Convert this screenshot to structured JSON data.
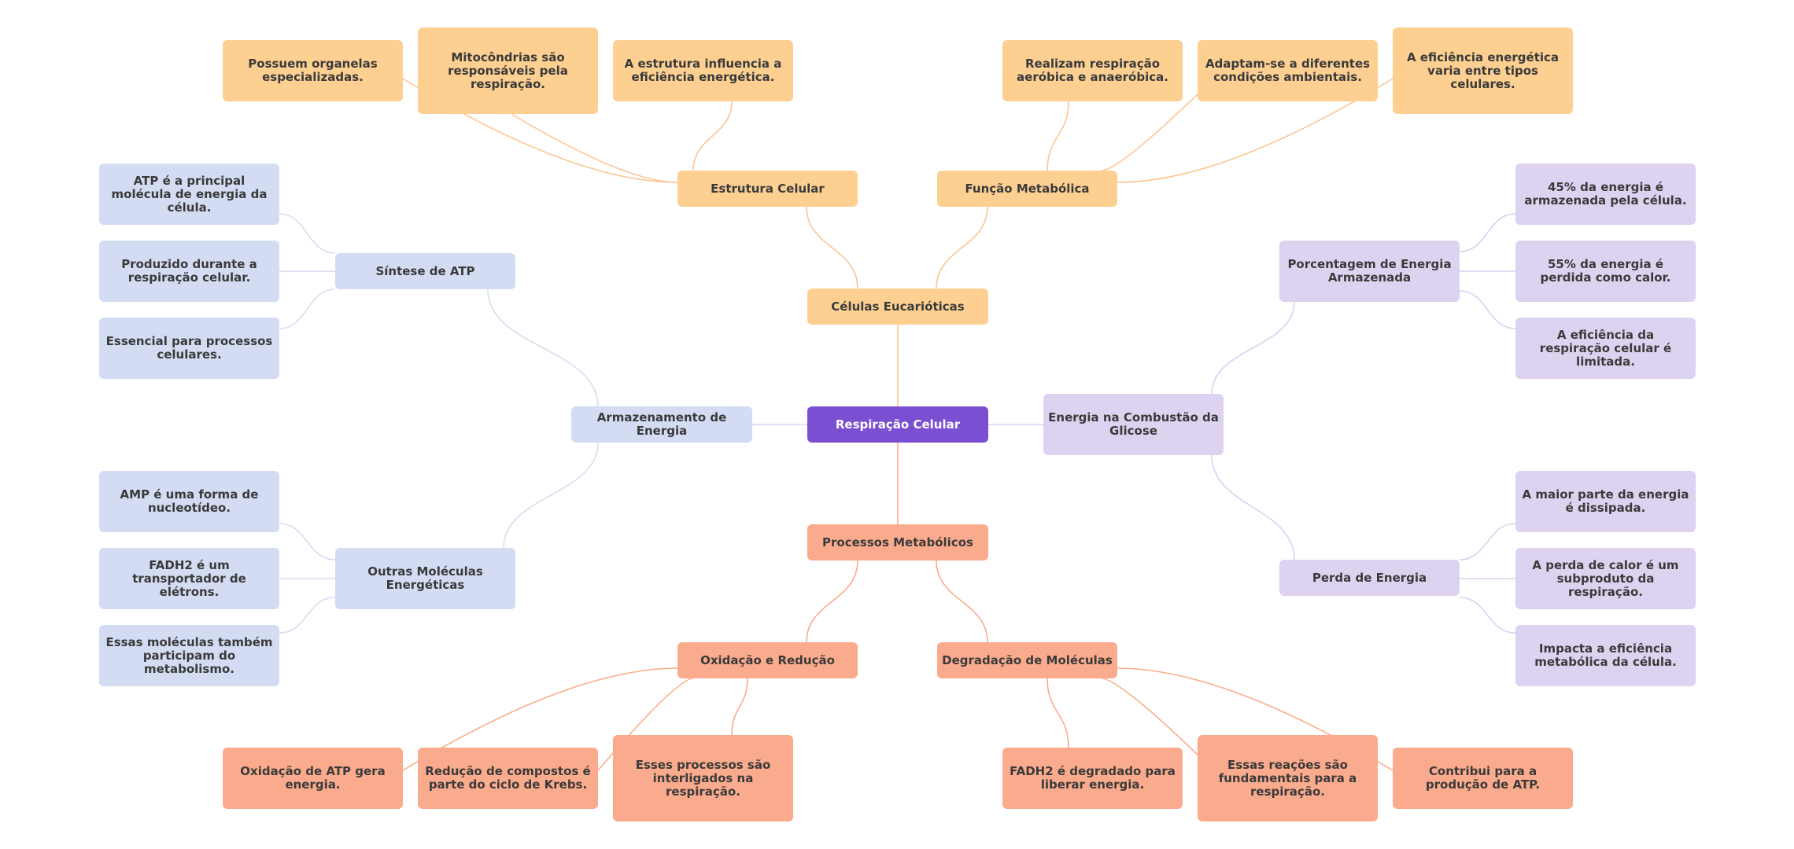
{
  "colors": {
    "root": "#7b4fd1",
    "orange": "#fdd092",
    "salmon": "#fbab8d",
    "blue": "#d3dcf2",
    "lavender": "#ddd3f0",
    "link_orange": "#fcc592",
    "link_salmon": "#fbab8a",
    "link_blue": "#d8dcf0",
    "link_lavender": "#d9d2f0",
    "link_root": "#dcd4f4"
  },
  "nodes": {
    "root": "Respiração Celular",
    "eukaryotes": "Células Eucarióticas",
    "structure": "Estrutura Celular",
    "structure_1": "Possuem organelas especializadas.",
    "structure_2": "Mitocôndrias são responsáveis pela respiração.",
    "structure_3": "A estrutura influencia a eficiência energética.",
    "metabolic_function": "Função Metabólica",
    "function_1": "Realizam respiração aeróbica e anaeróbica.",
    "function_2": "Adaptam-se a diferentes condições ambientais.",
    "function_3": "A eficiência energética varia entre tipos celulares.",
    "energy_storage": "Armazenamento de Energia",
    "atp_synthesis": "Síntese de ATP",
    "atp_1": "ATP é a principal molécula de energia da célula.",
    "atp_2": "Produzido durante a respiração celular.",
    "atp_3": "Essencial para processos celulares.",
    "other_molecules": "Outras Moléculas Energéticas",
    "other_1": "AMP é uma forma de nucleotídeo.",
    "other_2": "FADH2 é um transportador de elétrons.",
    "other_3": "Essas moléculas também participam do metabolismo.",
    "glucose_energy": "Energia na Combustão da Glicose",
    "stored_pct": "Porcentagem de Energia Armazenada",
    "pct_1": "45% da energia é armazenada pela célula.",
    "pct_2": "55% da energia é perdida como calor.",
    "pct_3": "A eficiência da respiração celular é limitada.",
    "energy_loss": "Perda de Energia",
    "loss_1": "A maior parte da energia é dissipada.",
    "loss_2": "A perda de calor é um subproduto da respiração.",
    "loss_3": "Impacta a eficiência metabólica da célula.",
    "metabolic_processes": "Processos Metabólicos",
    "redox": "Oxidação e Redução",
    "redox_1": "Oxidação de ATP gera energia.",
    "redox_2": "Redução de compostos é parte do ciclo de Krebs.",
    "redox_3": "Esses processos são interligados na respiração.",
    "degradation": "Degradação de Moléculas",
    "deg_1": "FADH2 é degradado para liberar energia.",
    "deg_2": "Essas reações são fundamentais para a respiração.",
    "deg_3": "Contribui para a produção de ATP."
  }
}
